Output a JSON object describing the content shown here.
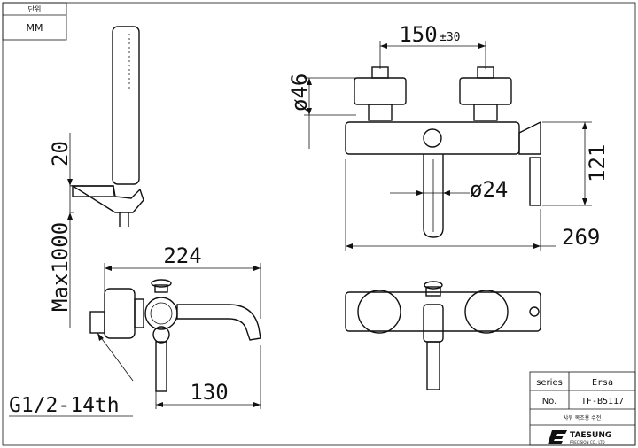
{
  "unit_box": {
    "label": "단위",
    "value": "MM"
  },
  "dimensions": {
    "hose_top": "20",
    "hose_length": "Max1000",
    "spout_length": "224",
    "thread": "G1/2-14th",
    "bottom_length": "130",
    "center_spacing": "150",
    "center_tolerance": "±30",
    "handle_diameter": "ø46",
    "body_height": "121",
    "spout_diameter": "ø24",
    "overall_width": "269"
  },
  "title_block": {
    "series_label": "series",
    "series_value": "Ersa",
    "no_label": "No.",
    "no_value": "TF-B5117",
    "description": "샤워 목조용 수전",
    "brand": "TAESUNG",
    "brand_sub": "PRECISION CO., LTD"
  }
}
